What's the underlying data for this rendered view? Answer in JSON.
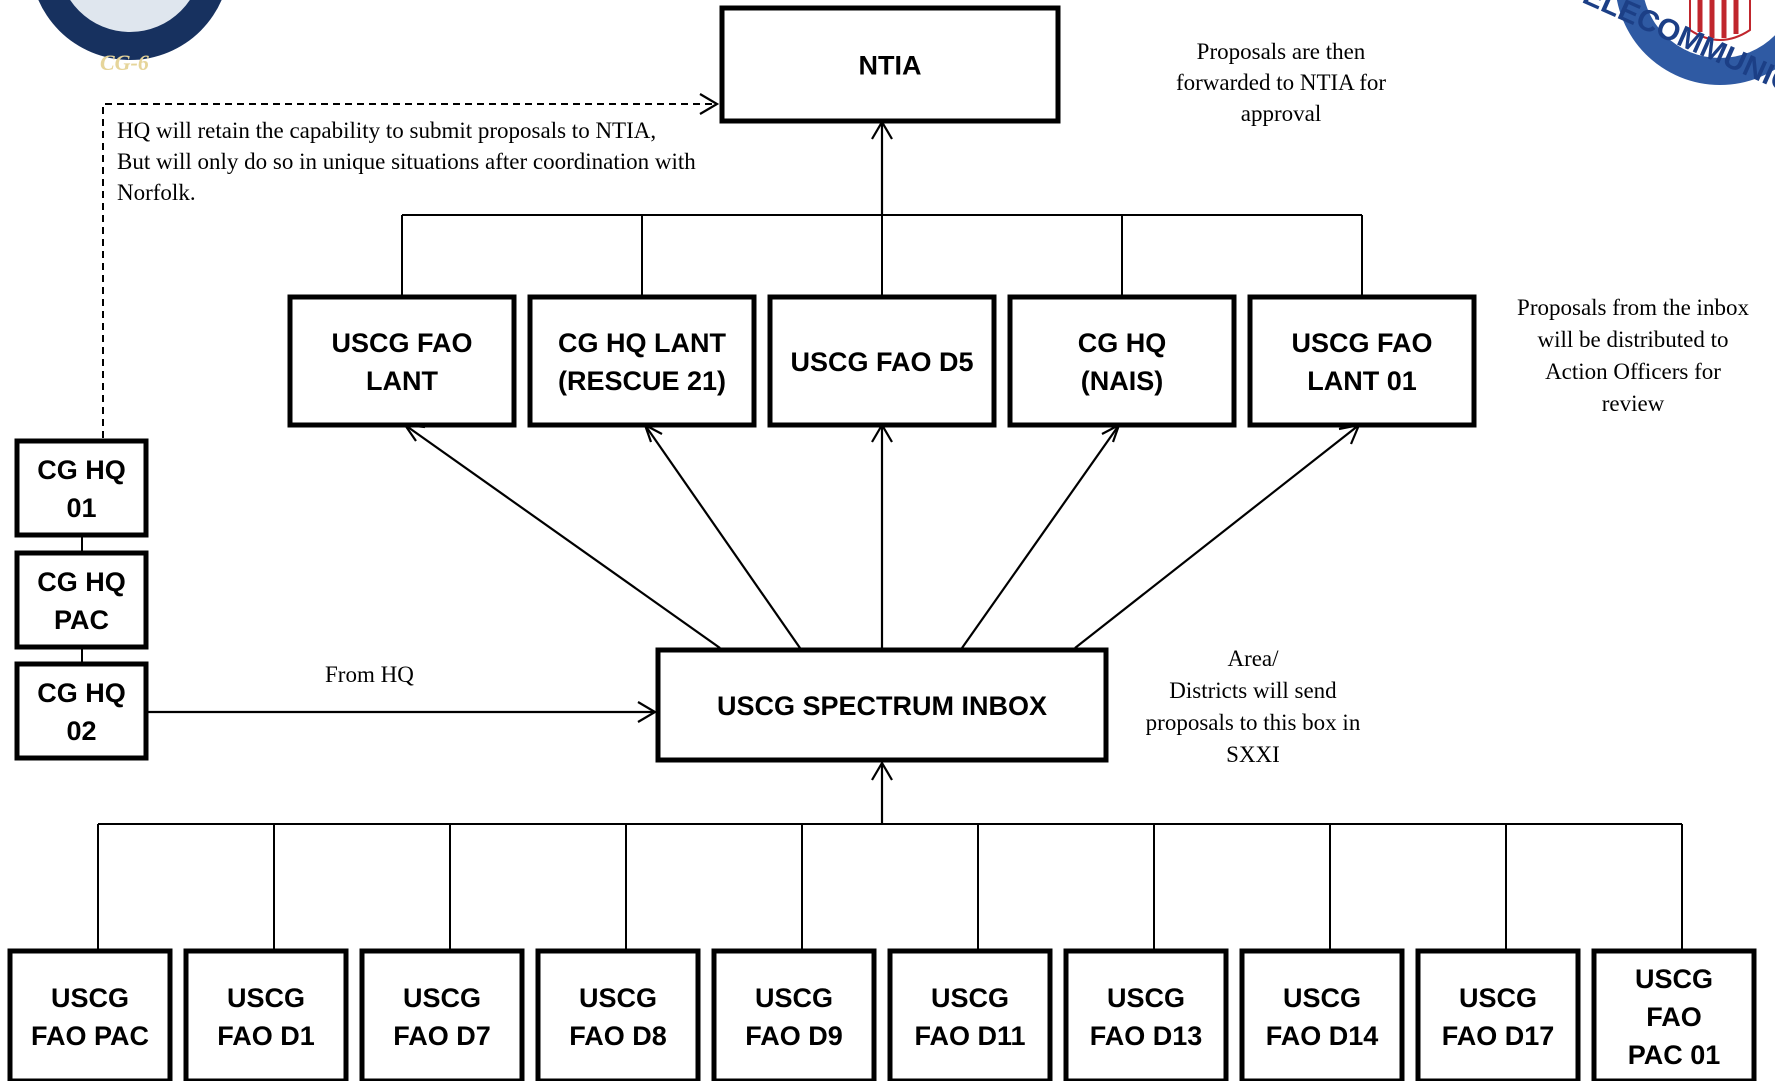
{
  "logos": {
    "left_badge_text": "CG-6",
    "right_seal_text": "TELECOMMUNICATIONS"
  },
  "boxes": {
    "ntia": [
      "NTIA"
    ],
    "officers": [
      [
        "USCG FAO",
        "LANT"
      ],
      [
        "CG HQ LANT",
        "(RESCUE 21)"
      ],
      [
        "USCG FAO D5"
      ],
      [
        "CG HQ",
        "(NAIS)"
      ],
      [
        "USCG FAO",
        "LANT 01"
      ]
    ],
    "inbox": [
      "USCG SPECTRUM INBOX"
    ],
    "hq_side": [
      [
        "CG HQ",
        "01"
      ],
      [
        "CG HQ",
        "PAC"
      ],
      [
        "CG HQ",
        "02"
      ]
    ],
    "districts": [
      [
        "USCG",
        "FAO PAC"
      ],
      [
        "USCG",
        "FAO D1"
      ],
      [
        "USCG",
        "FAO D7"
      ],
      [
        "USCG",
        "FAO D8"
      ],
      [
        "USCG",
        "FAO D9"
      ],
      [
        "USCG",
        "FAO D11"
      ],
      [
        "USCG",
        "FAO D13"
      ],
      [
        "USCG",
        "FAO D14"
      ],
      [
        "USCG",
        "FAO D17"
      ],
      [
        "USCG",
        "FAO",
        "PAC 01"
      ]
    ]
  },
  "notes": {
    "hq_retain": [
      "HQ will retain the capability to submit proposals to NTIA,",
      "But will only do so in unique situations after coordination with",
      "Norfolk."
    ],
    "forwarded": [
      "Proposals are then",
      "forwarded to NTIA for",
      "approval"
    ],
    "distributed": [
      "Proposals from the inbox",
      "will be distributed to",
      "Action Officers for",
      "review"
    ],
    "districts_send": [
      "Area/",
      "Districts will send",
      "proposals to this box in",
      "SXXI"
    ],
    "from_hq": [
      "From HQ"
    ]
  },
  "colors": {
    "line": "#000000",
    "badge_navy": "#17315f",
    "seal_blue": "#2f5aa3"
  }
}
